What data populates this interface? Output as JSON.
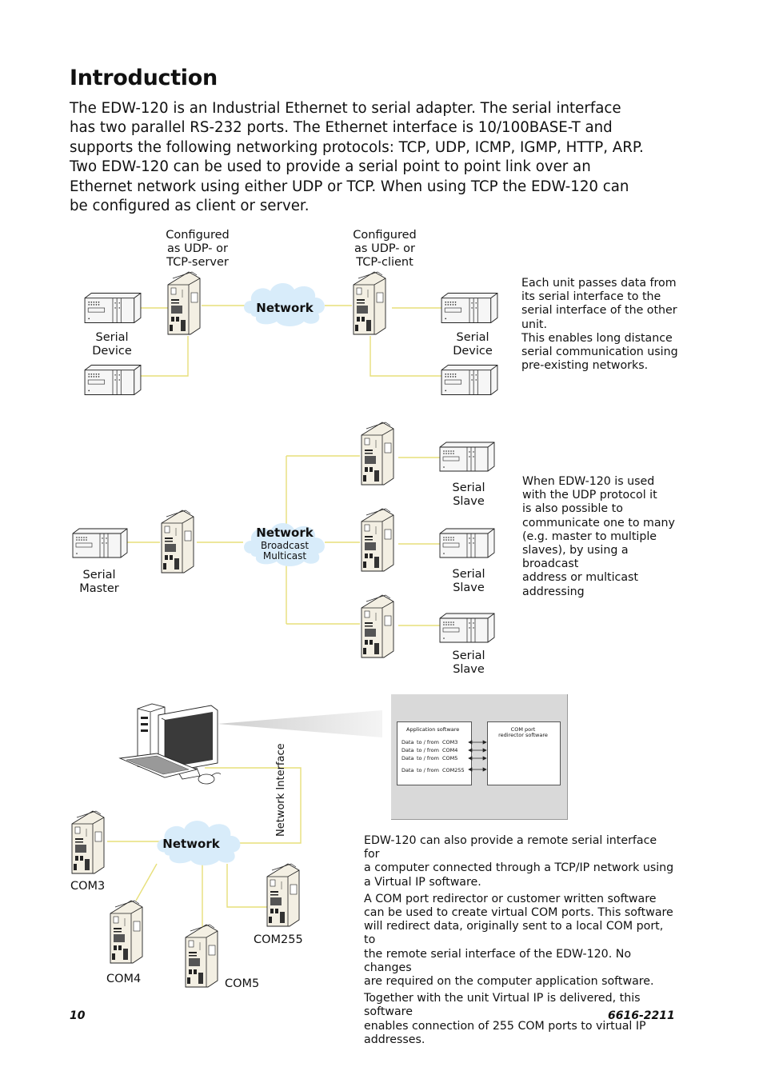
{
  "title": "Introduction",
  "intro": {
    "p1": "The EDW-120 is an Industrial Ethernet to serial adapter. The serial interface has two parallel RS-232 ports. The Ethernet interface is 10/100BASE-T and supports the following networking protocols: TCP, UDP, ICMP, IGMP, HTTP, ARP.",
    "p2": "Two EDW-120 can be used to provide a serial point to point link over an Ethernet network using either UDP or TCP. When using TCP the EDW-120 can be configured as client or server."
  },
  "diagram1": {
    "server_label_1": "Configured",
    "server_label_2": "as UDP- or",
    "server_label_3": "TCP-server",
    "client_label_1": "Configured",
    "client_label_2": "as UDP- or",
    "client_label_3": "TCP-client",
    "network": "Network",
    "serial_device_left_1": "Serial",
    "serial_device_left_2": "Device",
    "serial_device_right_1": "Serial",
    "serial_device_right_2": "Device",
    "note_1": "Each unit passes data from",
    "note_2": "its serial interface to the",
    "note_3": "serial interface of the other",
    "note_4": "unit.",
    "note_5": "This enables long distance",
    "note_6": "serial communication using",
    "note_7": "pre-existing networks."
  },
  "diagram2": {
    "network": "Network",
    "network_sub_1": "Broadcast",
    "network_sub_2": "Multicast",
    "master_1": "Serial",
    "master_2": "Master",
    "slave_1": "Serial",
    "slave_2": "Slave",
    "note_1": "When EDW-120 is used",
    "note_2": "with the UDP protocol it",
    "note_3": "is also possible to",
    "note_4": "communicate one to many",
    "note_5": "(e.g. master to multiple",
    "note_6": "slaves), by using a broadcast",
    "note_7": "address or multicast",
    "note_8": "addressing"
  },
  "diagram3": {
    "network": "Network",
    "network_interface": "Network Interface",
    "com_labels": [
      "COM3",
      "COM4",
      "COM5",
      "COM255"
    ],
    "app_software": "Application software",
    "redirector_1": "COM port",
    "redirector_2": "redirector software",
    "rows": [
      {
        "a": "Data",
        "b": "to / from",
        "c": "COM3"
      },
      {
        "a": "Data",
        "b": "to / from",
        "c": "COM4"
      },
      {
        "a": "Data",
        "b": "to / from",
        "c": "COM5"
      },
      {
        "a": "Data",
        "b": "to / from",
        "c": "COM255"
      }
    ]
  },
  "remote": {
    "p1_1": "EDW-120 can also provide a remote serial interface for",
    "p1_2": "a computer connected through a TCP/IP network using",
    "p1_3": "a Virtual IP software.",
    "p2_1": "A COM port redirector or customer written software",
    "p2_2": "can be used to create virtual COM ports. This software",
    "p2_3": "will redirect data, originally sent to a local COM port, to",
    "p2_4": "the remote serial interface of the EDW-120. No changes",
    "p2_5": "are required on the computer application software.",
    "p3_1": "Together with the unit Virtual IP is delivered, this software",
    "p3_2": "enables connection of 255 COM ports to virtual IP",
    "p3_3": "addresses."
  },
  "footer": {
    "page_number": "10",
    "doc_number": "6616-2211"
  },
  "colors": {
    "cloud": "#d8ecfa",
    "line": "#e7df7a",
    "device": "#f3efe3",
    "panel": "#d9d9d9"
  }
}
